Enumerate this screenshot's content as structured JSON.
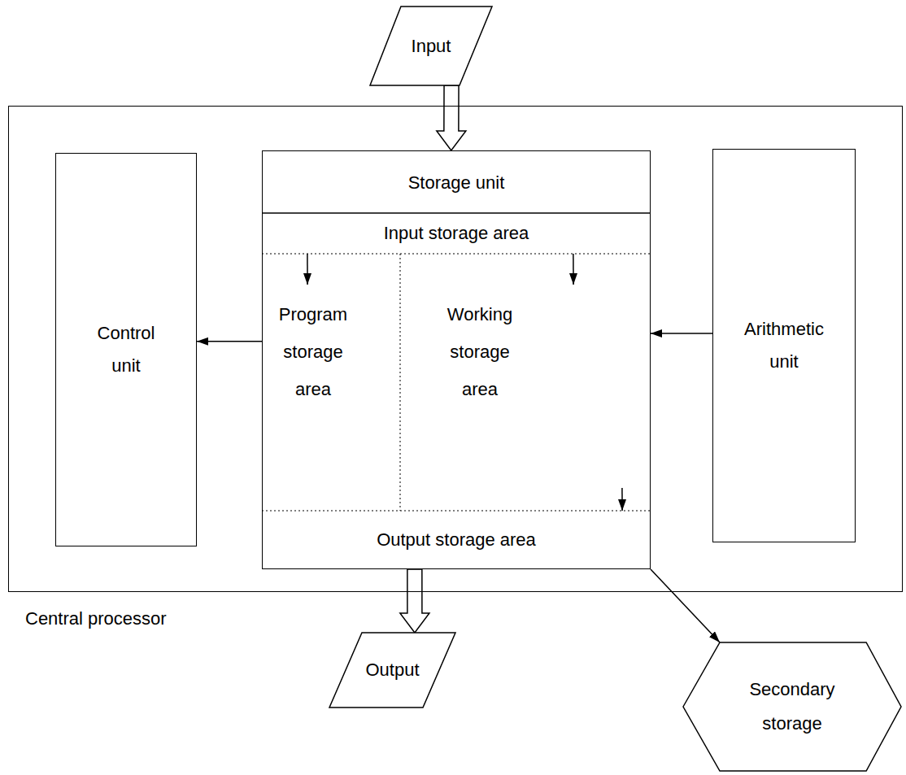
{
  "diagram": {
    "nodes": [
      {
        "text": [
          "Input"
        ]
      },
      {
        "text": [
          "Central processor"
        ]
      },
      {
        "text": [
          "Control unit"
        ],
        "in": 1
      },
      {
        "text": [
          "Storage unit"
        ],
        "in": 1
      },
      {
        "text": [
          "Input storage area"
        ],
        "in": 3
      },
      {
        "text": [
          "Program storage area"
        ],
        "in": 3
      },
      {
        "text": [
          "Working storage area"
        ],
        "in": 3
      },
      {
        "text": [
          "Output storage area"
        ],
        "in": 3
      },
      {
        "text": [
          "Arithmetic unit"
        ],
        "in": 1
      },
      {
        "text": [
          "Output"
        ]
      },
      {
        "text": [
          "Secondary storage"
        ]
      }
    ],
    "edges": [
      {
        "from": 0,
        "to": 3,
        "arrow": "to"
      },
      {
        "from": 3,
        "to": 2,
        "arrow": "to"
      },
      {
        "from": 8,
        "to": 3,
        "arrow": "to"
      },
      {
        "from": 4,
        "to": 5,
        "arrow": "to"
      },
      {
        "from": 4,
        "to": 6,
        "arrow": "to"
      },
      {
        "from": 6,
        "to": 7,
        "arrow": "to"
      },
      {
        "from": 7,
        "to": 9,
        "arrow": "to"
      },
      {
        "from": 3,
        "to": 10,
        "arrow": "to"
      }
    ]
  }
}
